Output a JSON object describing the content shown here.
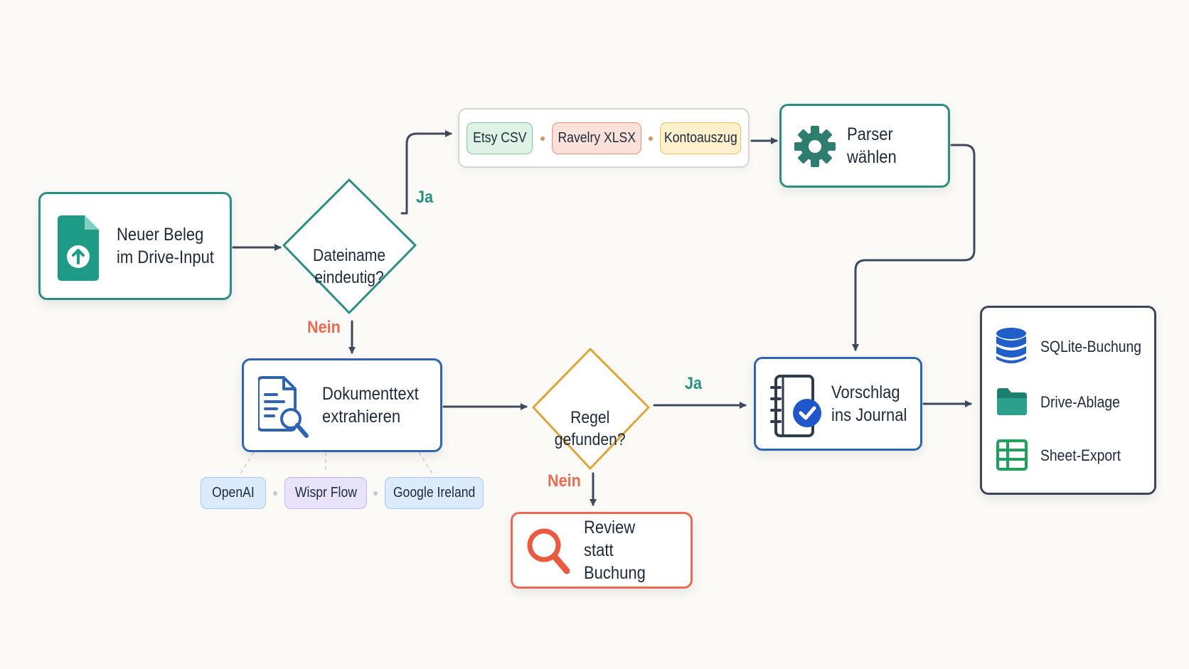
{
  "nodes": {
    "start": {
      "label": "Neuer Beleg\nim Drive-Input",
      "icon": "file-upload-icon"
    },
    "decision_filename": {
      "label": "Dateiname\neindeutig?"
    },
    "formats": {
      "items": [
        "Etsy CSV",
        "Ravelry XLSX",
        "Kontoauszug"
      ]
    },
    "parser": {
      "label": "Parser wählen",
      "icon": "gear-icon"
    },
    "extract": {
      "label": "Dokumenttext\nextrahieren",
      "icon": "document-search-icon"
    },
    "services": {
      "items": [
        "OpenAI",
        "Wispr Flow",
        "Google Ireland"
      ]
    },
    "decision_rule": {
      "label": "Regel\ngefunden?"
    },
    "journal": {
      "label": "Vorschlag\nins Journal",
      "icon": "notebook-check-icon"
    },
    "review": {
      "label": "Review\nstatt Buchung",
      "icon": "magnifier-icon"
    },
    "outputs": {
      "items": [
        {
          "label": "SQLite-Buchung",
          "icon": "database-icon"
        },
        {
          "label": "Drive-Ablage",
          "icon": "folder-icon"
        },
        {
          "label": "Sheet-Export",
          "icon": "spreadsheet-icon"
        }
      ]
    }
  },
  "edges": {
    "filename_yes": "Ja",
    "filename_no": "Nein",
    "rule_yes": "Ja",
    "rule_no": "Nein"
  },
  "colors": {
    "teal": "#2a8f83",
    "blue": "#2d65b3",
    "navy": "#3a475b",
    "red": "#ea6a52",
    "gold": "#e0a53a",
    "arrow": "#3d4a5e"
  }
}
